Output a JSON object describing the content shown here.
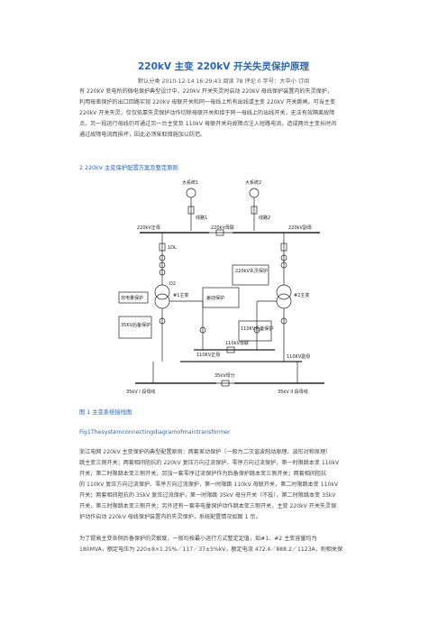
{
  "article": {
    "title": "220kV 主变 220kV 开关失灵保护原理",
    "meta": "默认分类  2010-12-14 16:29:43  阅读 78  评论 0    字号：大中小 订阅",
    "intro": [
      "有 220kV 变电所的微电保护典型设计中，220kV 开关失灵时启动 220kV 母线保护装置内的失灵保护，",
      "利用母差保护的出口回路实现 220kV 母联开关和同一母线上所有出线或主变 220kV 开关跳闸。可当主变",
      "220kV 开关失灵，仅仅依靠失灵保护动作切除母联开关和接于同一母线上的出线开关，无法有效隔离故障",
      "点。另一段运行母线仍可通过另一台主变及 110kV 母联开关向故障点注入短路电流，造成两台主变长时间",
      "通过故障电流而损坏，因此必须采取措施加以防范。"
    ],
    "section_heading": "2 220kV 主变保护配置方案及整定原则",
    "figure_caption": "图 1 主变系统接线图",
    "figure_caption_en": "Fig1Thesystemconnectingdiagramofmaintransformer",
    "body": [
      "浙江电网 220kV 主变保护的典型配置原则：两套差动保护（一般为二次谐波制动原理、波形对称原理）",
      "跳主变三侧开关；两套相间阻抗的 220kV 复压方向过流保护、零序方向过流保护，第一时限跳本变 110kV",
      "开关，第二时限跳本变三侧开关，另加一套零序过流保护作为后备保护跳本变三侧开关；两套相间阻抗",
      "的 110kV 复压方向过流保护、零序方向过流保护，第一时限跳 110kV 母联开关，第二时限跳本变 110kV",
      "开关；两套相间阻抗的 35kV 复压过流保护，第一时限跳 35kV 母分开关（不投），第二时限跳本变 35kV",
      "开关，第三时限跳本变三侧开关；另外还有一套非电量保护动作跳本变三侧开关，主变 220kV 开关失灵保",
      "护动作启动 220kV 母线保护装置内的失灵保护，系统配置情况如图 1 示。"
    ],
    "last": [
      "为了提高主变各侧后备保护的灵敏度，一般均按最小运行方式整定定值，如#1、#2 主变容量均为",
      "180MVA，额定电压为 220±8×1.25%／117／37±5%kV，额定电流 472.4／888.2／1123A，则相关保"
    ]
  },
  "diagram": {
    "source1": "大系统1",
    "source2": "大系统2",
    "line1": "线路1",
    "line2": "线路2",
    "bus220_left": "220kV正母",
    "bus220_right": "220kV副母",
    "coupler220": "220kV母联",
    "breaker_1dl": "1DL",
    "breaker_d2": "D2",
    "fail_prot": "220kV失灵保护",
    "nonelec": "非电量保护",
    "diff_prot": "差动保护",
    "t1": "#1主变",
    "t2": "#2主变",
    "prot35": "35KV后备保护",
    "prot110": "110KV后备保护",
    "bus110_left": "110KV正母",
    "bus110_right": "110KV副母",
    "coupler110": "110kV母联",
    "bus35_seg": "35kV母分",
    "bus35_left": "35kV I 段母线",
    "bus35_right": "35kV II 段母线"
  }
}
